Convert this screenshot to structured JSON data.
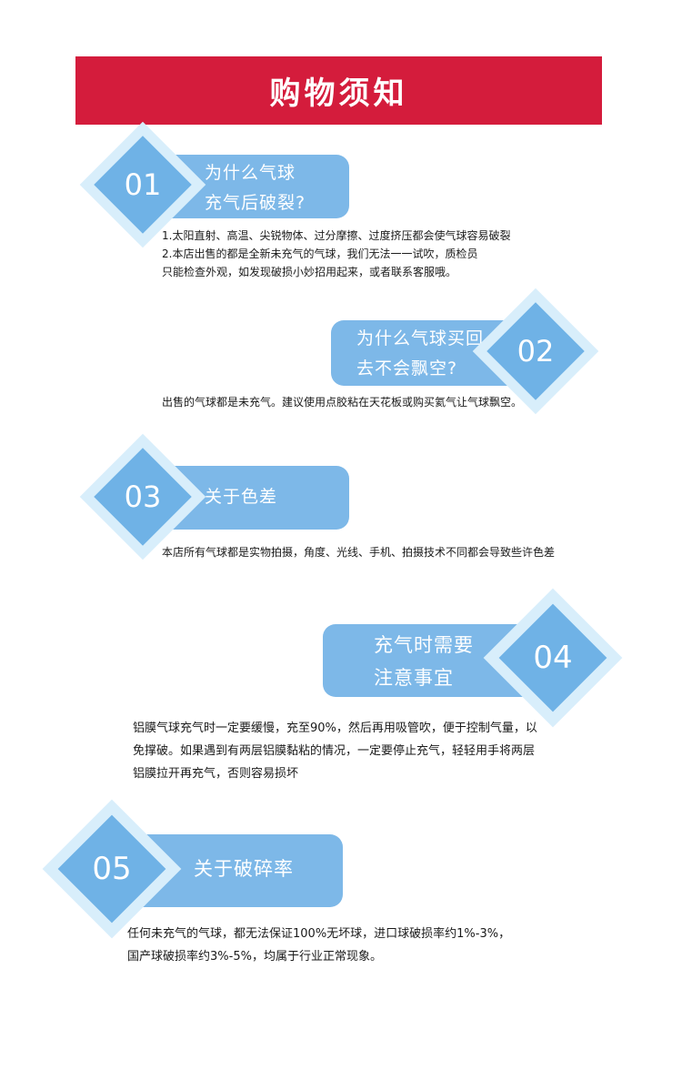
{
  "header": {
    "title": "购物须知"
  },
  "sections": [
    {
      "number": "01",
      "heading": [
        "为什么气球",
        "充气后破裂?"
      ],
      "body": [
        "1.太阳直射、高温、尖锐物体、过分摩擦、过度挤压都会使气球容易破裂",
        "2.本店出售的都是全新未充气的气球，我们无法一一试吹，质检员",
        "只能检查外观，如发现破损小妙招用起来，或者联系客服哦。"
      ]
    },
    {
      "number": "02",
      "heading": [
        "为什么气球买回",
        "去不会飘空?"
      ],
      "body": [
        "出售的气球都是未充气。建议使用点胶粘在天花板或购买氦气让气球飘空。"
      ]
    },
    {
      "number": "03",
      "heading": [
        "关于色差"
      ],
      "body": [
        "本店所有气球都是实物拍摄，角度、光线、手机、拍摄技术不同都会导致些许色差"
      ]
    },
    {
      "number": "04",
      "heading": [
        "充气时需要",
        "注意事宜"
      ],
      "body": [
        "铝膜气球充气时一定要缓慢，充至90%，然后再用吸管吹，便于控制气量，以",
        "免撑破。如果遇到有两层铝膜黏粘的情况，一定要停止充气，轻轻用手将两层",
        "铝膜拉开再充气，否则容易损坏"
      ]
    },
    {
      "number": "05",
      "heading": [
        "关于破碎率"
      ],
      "body": [
        "任何未充气的气球，都无法保证100%无坏球，进口球破损率约1%-3%，",
        "国产球破损率约3%-5%，均属于行业正常现象。"
      ]
    }
  ],
  "colors": {
    "banner": "#d41c3c",
    "pill": "#7db8e8",
    "diamond": "#6fb2e6",
    "diamond_halo": "#d8eefb"
  }
}
